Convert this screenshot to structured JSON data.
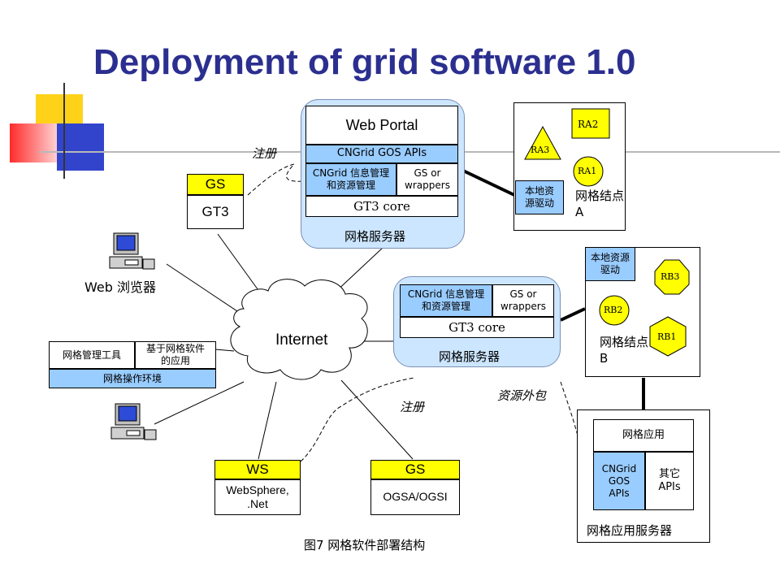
{
  "title": "Deployment of grid software 1.0",
  "caption": "图7  网格软件部署结构",
  "labels": {
    "register_top": "注册",
    "register_bottom": "注册",
    "resource_wrap": "资源外包",
    "internet": "Internet",
    "web_browser": "Web 浏览器"
  },
  "server_top": {
    "web_portal": "Web Portal",
    "gos_apis": "CNGrid GOS APIs",
    "info_mgmt": "CNGrid 信息管理和资源管理",
    "gs_wrappers": "GS or wrappers",
    "gt3_core": "GT3 core",
    "footer": "网格服务器"
  },
  "server_mid": {
    "info_mgmt": "CNGrid 信息管理和资源管理",
    "gs_wrappers": "GS or wrappers",
    "gt3_core": "GT3 core",
    "footer": "网格服务器"
  },
  "gs_gt3": {
    "head": "GS",
    "body": "GT3"
  },
  "ws_box": {
    "head": "WS",
    "body": "WebSphere, .Net"
  },
  "gs_ogsa": {
    "head": "GS",
    "body": "OGSA/OGSI"
  },
  "mgmt_tools": {
    "tool": "网格管理工具",
    "apps": "基于网格软件的应用",
    "env": "网格操作环境"
  },
  "node_a": {
    "driver": "本地资源驱动",
    "label": "网格结点 A",
    "resources": [
      "RA2",
      "RA3",
      "RA1"
    ]
  },
  "node_b": {
    "driver": "本地资源驱动",
    "label": "网格结点 B",
    "resources": [
      "RB3",
      "RB2",
      "RB1"
    ]
  },
  "app_server": {
    "app": "网格应用",
    "gos_apis": "CNGrid GOS APIs",
    "other_apis": "其它 APIs",
    "footer": "网格应用服务器"
  },
  "colors": {
    "title": "#2b2f8f",
    "accent_blue": "#99ccff",
    "server_fill": "#cce6ff",
    "yellow": "#ffff00",
    "deco_red": "#ff3333",
    "deco_blue": "#3344cc"
  }
}
